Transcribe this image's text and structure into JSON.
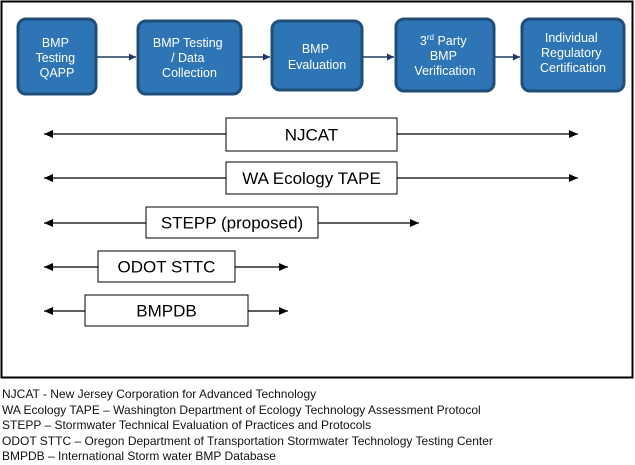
{
  "colors": {
    "stage_fill": "#2E75B6",
    "stage_border": "#1F4E79",
    "arrow": "#1F3864",
    "frame": "#000000",
    "range_line": "#000000",
    "text": "#000000"
  },
  "stages": [
    {
      "lines": [
        "BMP",
        "Testing",
        "QAPP"
      ]
    },
    {
      "lines": [
        "BMP Testing",
        "/ Data",
        "Collection"
      ]
    },
    {
      "lines": [
        "BMP",
        "Evaluation"
      ]
    },
    {
      "lines": [
        "3rd Party",
        "BMP",
        "Verification"
      ],
      "superscript": {
        "line": 0,
        "base": "3",
        "sup": "rd",
        "rest": " Party"
      }
    },
    {
      "lines": [
        "Individual",
        "Regulatory",
        "Certification"
      ]
    }
  ],
  "programs": [
    {
      "label": "NJCAT",
      "coverage_from_stage": 1,
      "coverage_to_stage": 5
    },
    {
      "label": "WA Ecology TAPE",
      "coverage_from_stage": 1,
      "coverage_to_stage": 5
    },
    {
      "label": "STEPP (proposed)",
      "coverage_from_stage": 1,
      "coverage_to_stage": 4
    },
    {
      "label": "ODOT STTC",
      "coverage_from_stage": 1,
      "coverage_to_stage": 3
    },
    {
      "label": "BMPDB",
      "coverage_from_stage": 1,
      "coverage_to_stage": 3
    }
  ],
  "legend": [
    "NJCAT - New Jersey Corporation  for Advanced  Technology",
    "WA Ecology  TAPE – Washington Department  of Ecology Technology  Assessment Protocol",
    "STEPP – Stormwater  Technical Evaluation  of Practices and Protocols",
    "ODOT STTC – Oregon Department  of Transportation  Stormwater Technology  Testing Center",
    "BMPDB – International  Storm water BMP Database"
  ]
}
